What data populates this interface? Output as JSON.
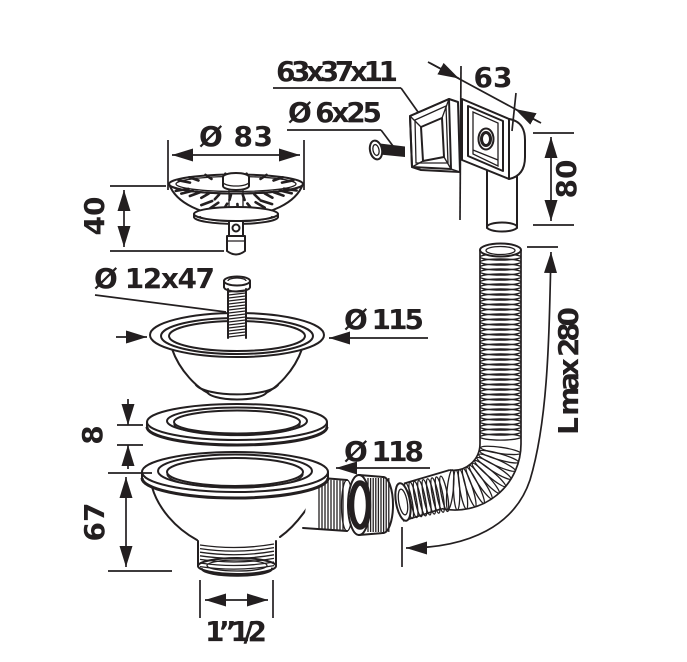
{
  "colors": {
    "ink": "#231f20",
    "paper": "#ffffff"
  },
  "labels": {
    "basket_diameter": "Ø 83",
    "basket_height": "40",
    "stud": "Ø 12x47",
    "flange_diameter": "Ø 115",
    "gasket_thickness": "8",
    "body_height": "67",
    "outlet_thread": "1”1/2",
    "body_diameter": "Ø 118",
    "overflow_cover_size": "63x37x11",
    "overflow_screw": "Ø 6x25",
    "overflow_width": "63",
    "overflow_tube_length": "80",
    "hose_max_length": "L max 280"
  }
}
